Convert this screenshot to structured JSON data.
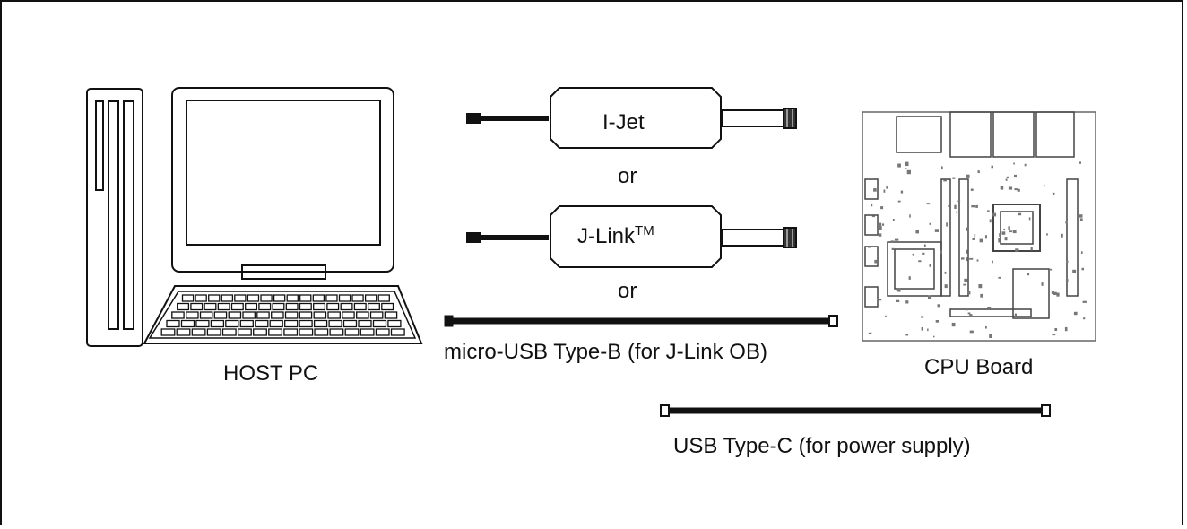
{
  "labels": {
    "host_pc": "HOST PC",
    "ijet": "I-Jet",
    "or_1": "or",
    "jlink": "J-Link",
    "jlink_tm": "TM",
    "or_2": "or",
    "micro_usb": "micro-USB Type-B (for J-Link OB)",
    "cpu_board": "CPU Board",
    "usb_c": "USB Type-C (for power supply)"
  },
  "colors": {
    "line": "#111111",
    "background": "#ffffff",
    "board_gray": "#8a8a8a"
  },
  "icons": {
    "host": "desktop-computer-icon",
    "board": "circuit-board-icon"
  }
}
